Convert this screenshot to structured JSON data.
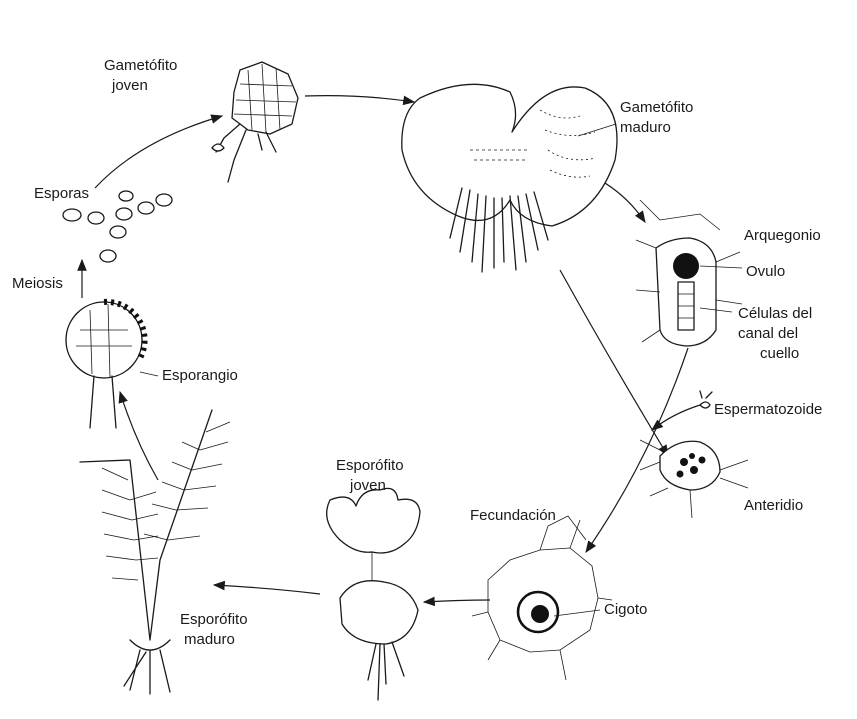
{
  "labels": {
    "gametofito_joven": [
      "Gametófito",
      "joven"
    ],
    "gametofito_maduro": [
      "Gametófito",
      "maduro"
    ],
    "arquegonio": "Arquegonio",
    "ovulo": "Ovulo",
    "celulas_canal": [
      "Células del",
      "canal del",
      "cuello"
    ],
    "espermatozoide": "Espermatozoide",
    "anteridio": "Anteridio",
    "fecundacion": "Fecundación",
    "cigoto": "Cigoto",
    "esporofito_joven": [
      "Esporófito",
      "joven"
    ],
    "esporofito_maduro": [
      "Esporófito",
      "maduro"
    ],
    "esporangio": "Esporangio",
    "meiosis": "Meiosis",
    "esporas": "Esporas"
  }
}
